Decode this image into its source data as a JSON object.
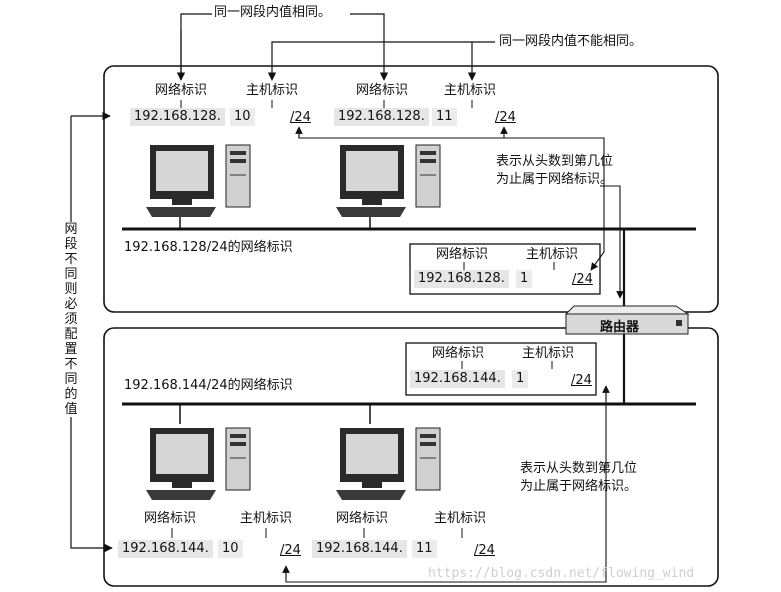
{
  "annotations": {
    "same_network": "同一网段内值相同。",
    "host_different": "同一网段内值不能相同。",
    "side_note": "网段不同则必须配置不同的值"
  },
  "labels": {
    "net_id": "网络标识",
    "host_id": "主机标识"
  },
  "top_segment": {
    "network_label": "192.168.128/24的网络标识",
    "hosts": [
      {
        "network": "192.168.128.",
        "host": "10",
        "prefix": "/24"
      },
      {
        "network": "192.168.128.",
        "host": "11",
        "prefix": "/24"
      }
    ],
    "router_if": {
      "network": "192.168.128.",
      "host": "1",
      "prefix": "/24"
    },
    "note_line1": "表示从头数到第几位",
    "note_line2": "为止属于网络标识。"
  },
  "bottom_segment": {
    "network_label": "192.168.144/24的网络标识",
    "hosts": [
      {
        "network": "192.168.144.",
        "host": "10",
        "prefix": "/24"
      },
      {
        "network": "192.168.144.",
        "host": "11",
        "prefix": "/24"
      }
    ],
    "router_if": {
      "network": "192.168.144.",
      "host": "1",
      "prefix": "/24"
    },
    "note_line1": "表示从头数到第几位",
    "note_line2": "为止属于网络标识。"
  },
  "router": {
    "label": "路由器"
  },
  "watermark": "https://blog.csdn.net/flowing_wind",
  "colors": {
    "ink": "#111111",
    "label_bg": "#e6e6e6",
    "router": "#d9d9d9"
  }
}
